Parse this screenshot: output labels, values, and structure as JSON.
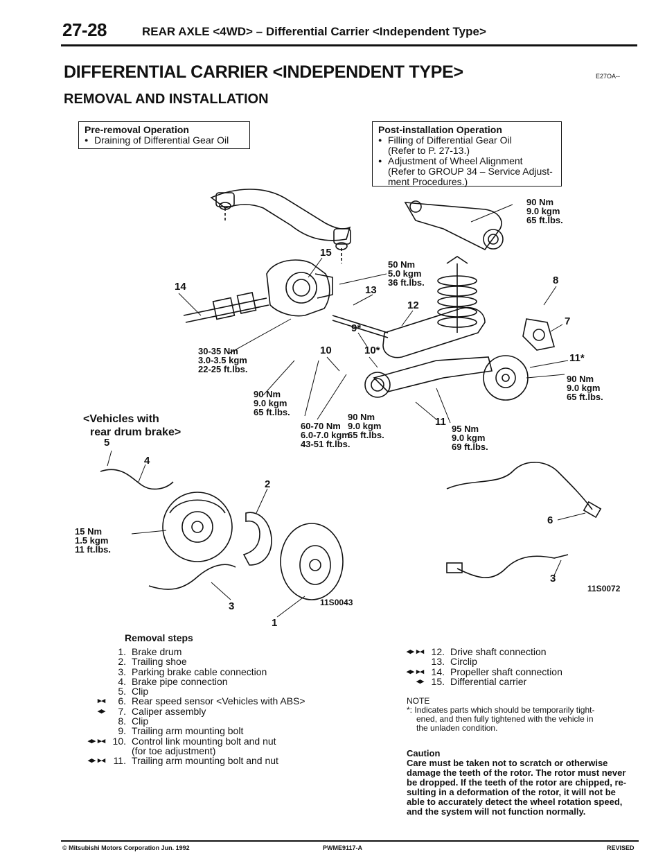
{
  "header": {
    "page_number": "27-28",
    "title": "REAR AXLE <4WD> – Differential Carrier <Independent Type>"
  },
  "section": {
    "title": "DIFFERENTIAL CARRIER <INDEPENDENT TYPE>",
    "code": "E27OA--",
    "subtitle": "REMOVAL AND INSTALLATION"
  },
  "pre_removal": {
    "heading": "Pre-removal Operation",
    "items": [
      "Draining of Differential Gear Oil"
    ]
  },
  "post_installation": {
    "heading": "Post-installation Operation",
    "item1": "Filling of Differential Gear Oil",
    "item1_ref": "(Refer to P. 27-13.)",
    "item2": "Adjustment of Wheel Alignment",
    "item2_ref1": "(Refer to GROUP 34 – Service Adjust-",
    "item2_ref2": "ment Procedures.)"
  },
  "diagram": {
    "vehicles_label_1": "<Vehicles with",
    "vehicles_label_2": "rear drum brake>",
    "torques": {
      "t_top_right": [
        "90 Nm",
        "9.0 kgm",
        "65 ft.lbs."
      ],
      "t_50": [
        "50 Nm",
        "5.0 kgm",
        "36 ft.lbs."
      ],
      "t_30": [
        "30-35 Nm",
        "3.0-3.5 kgm",
        "22-25 ft.lbs."
      ],
      "t_90_mid": [
        "90 Nm",
        "9.0 kgm",
        "65 ft.lbs."
      ],
      "t_60": [
        "60-70 Nm",
        "6.0-7.0 kgm",
        "43-51 ft.lbs."
      ],
      "t_90_ctr": [
        "90 Nm",
        "9.0 kgm",
        "65 ft.lbs."
      ],
      "t_95": [
        "95 Nm",
        "9.0 kgm",
        "69 ft.lbs."
      ],
      "t_90_right": [
        "90 Nm",
        "9.0 kgm",
        "65 ft.lbs."
      ],
      "t_15": [
        "15 Nm",
        "1.5 kgm",
        "11 ft.lbs."
      ]
    },
    "callouts": {
      "c15": "15",
      "c14": "14",
      "c13": "13",
      "c12": "12",
      "c9": "9*",
      "c10": "10",
      "c10s": "10*",
      "c8": "8",
      "c7": "7",
      "c11s": "11*",
      "c11": "11",
      "c6": "6",
      "c3r": "3",
      "c5": "5",
      "c4": "4",
      "c2": "2",
      "c3l": "3",
      "c1": "1"
    },
    "fig_left": "11S0043",
    "fig_right": "11S0072"
  },
  "removal_steps": {
    "heading": "Removal steps",
    "left": [
      {
        "marks": "",
        "n": "1.",
        "text": "Brake drum"
      },
      {
        "marks": "",
        "n": "2.",
        "text": "Trailing shoe"
      },
      {
        "marks": "",
        "n": "3.",
        "text": "Parking brake cable connection"
      },
      {
        "marks": "",
        "n": "4.",
        "text": "Brake pipe connection"
      },
      {
        "marks": "",
        "n": "5.",
        "text": "Clip"
      },
      {
        "marks": "▸◂",
        "n": "6.",
        "text": "Rear speed sensor <Vehicles with ABS>"
      },
      {
        "marks": "◂▸",
        "n": "7.",
        "text": "Caliper assembly"
      },
      {
        "marks": "",
        "n": "8.",
        "text": "Clip"
      },
      {
        "marks": "",
        "n": "9.",
        "text": "Trailing arm mounting bolt"
      },
      {
        "marks": "◂▸ ▸◂",
        "n": "10.",
        "text": "Control link mounting bolt and nut"
      },
      {
        "marks": "",
        "n": "",
        "text": "(for toe adjustment)"
      },
      {
        "marks": "◂▸ ▸◂",
        "n": "11.",
        "text": "Trailing arm mounting bolt and nut"
      }
    ],
    "right": [
      {
        "marks": "◂▸ ▸◂",
        "n": "12.",
        "text": "Drive shaft connection"
      },
      {
        "marks": "",
        "n": "13.",
        "text": "Circlip"
      },
      {
        "marks": "◂▸ ▸◂",
        "n": "14.",
        "text": "Propeller shaft connection"
      },
      {
        "marks": "◂▸",
        "n": "15.",
        "text": "Differential carrier"
      }
    ]
  },
  "note": {
    "heading": "NOTE",
    "text1": "*: Indicates parts which should be temporarily tight-",
    "text2": "ened, and then fully tightened with the vehicle in",
    "text3": "the unladen condition."
  },
  "caution": {
    "heading": "Caution",
    "lines": [
      "Care must be taken not to scratch or otherwise",
      "damage the teeth of the rotor. The rotor must never",
      "be dropped. If the teeth of the rotor are chipped, re-",
      "sulting in a deformation of the rotor, it will not be",
      "able to accurately detect the wheel rotation speed,",
      "and the system will not function normally."
    ]
  },
  "footer": {
    "left": "© Mitsubishi Motors Corporation   Jun. 1992",
    "center": "PWME9117-A",
    "right": "REVISED"
  }
}
